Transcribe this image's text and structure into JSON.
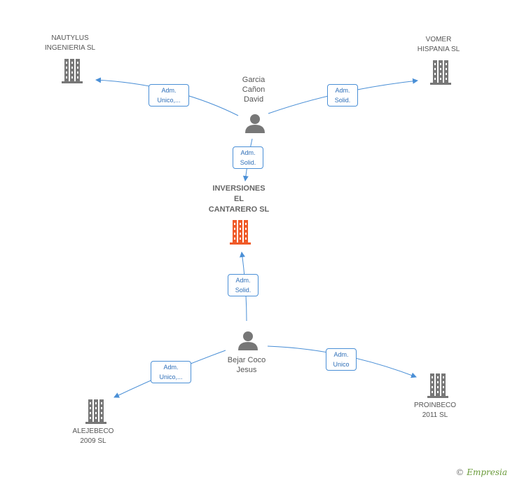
{
  "center": {
    "lines": [
      "INVERSIONES",
      "EL",
      "CANTARERO SL"
    ]
  },
  "persons": {
    "garcia": {
      "lines": [
        "Garcia",
        "Cañon",
        "David"
      ]
    },
    "bejar": {
      "lines": [
        "Bejar Coco",
        "Jesus"
      ]
    }
  },
  "companies": {
    "nautylus": {
      "lines": [
        "NAUTYLUS",
        "INGENIERIA SL"
      ]
    },
    "vomer": {
      "lines": [
        "VOMER",
        "HISPANIA SL"
      ]
    },
    "alejebeco": {
      "lines": [
        "ALEJEBECO",
        "2009 SL"
      ]
    },
    "proinbeco": {
      "lines": [
        "PROINBECO",
        "2011 SL"
      ]
    }
  },
  "edges": {
    "garcia_nautylus": [
      "Adm.",
      "Unico,..."
    ],
    "garcia_vomer": [
      "Adm.",
      "Solid."
    ],
    "garcia_center": [
      "Adm.",
      "Solid."
    ],
    "bejar_center": [
      "Adm.",
      "Solid."
    ],
    "bejar_alejebeco": [
      "Adm.",
      "Unico,..."
    ],
    "bejar_proinbeco": [
      "Adm.",
      "Unico"
    ]
  },
  "colors": {
    "edge": "#4a8fd6",
    "building": "#777777",
    "center_building": "#f05a28",
    "person": "#777777"
  },
  "icons": {
    "company": "building-icon",
    "person": "person-icon"
  },
  "brand": {
    "copyright": "©",
    "name": "Empresia"
  }
}
